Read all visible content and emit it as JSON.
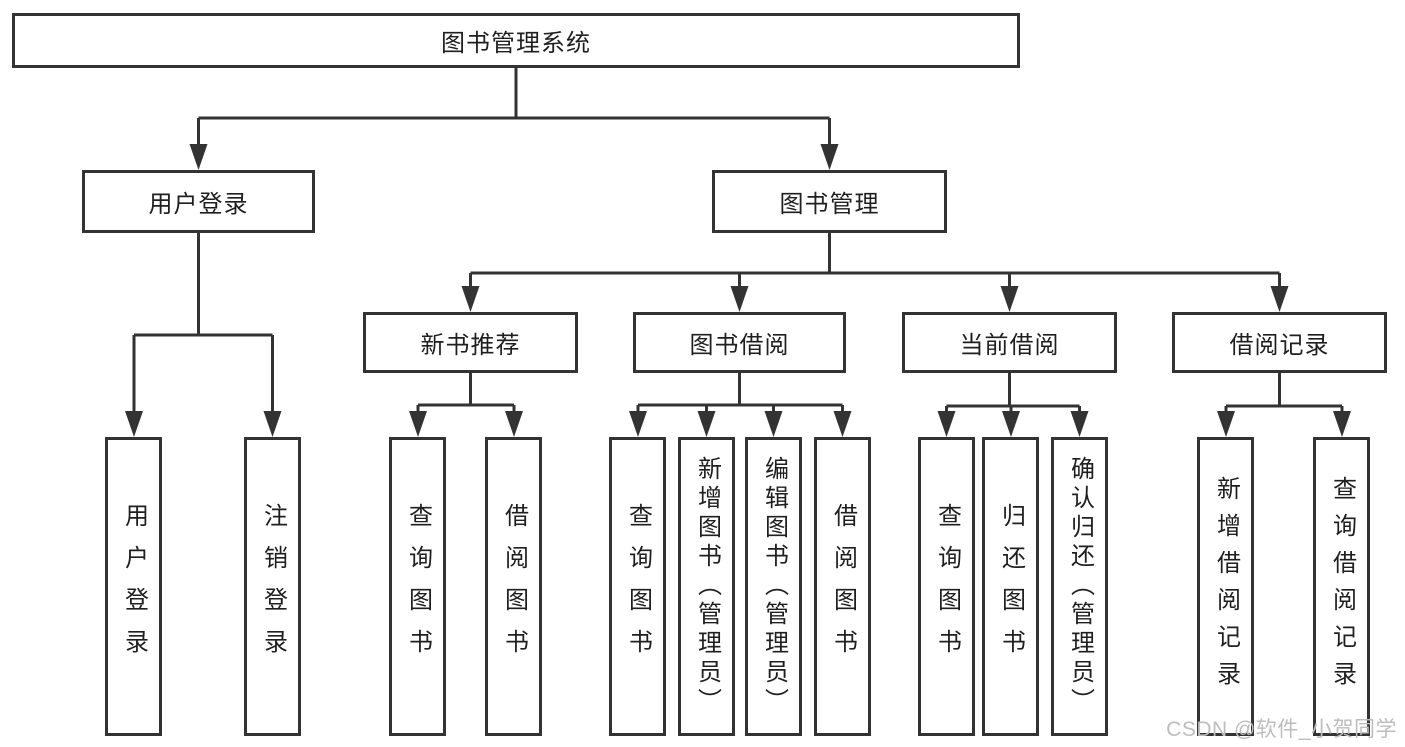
{
  "diagram_title": "图书管理系统",
  "colors": {
    "line": "#333333",
    "box_border": "#333333",
    "box_background": "#ffffff",
    "text": "#1f1f1f",
    "watermark": "#bdbdbd"
  },
  "tree": {
    "label": "图书管理系统",
    "children": [
      {
        "label": "用户登录",
        "children": [
          {
            "label": "用户登录"
          },
          {
            "label": "注销登录"
          }
        ]
      },
      {
        "label": "图书管理",
        "children": [
          {
            "label": "新书推荐",
            "children": [
              {
                "label": "查询图书"
              },
              {
                "label": "借阅图书"
              }
            ]
          },
          {
            "label": "图书借阅",
            "children": [
              {
                "label": "查询图书"
              },
              {
                "label": "新增图书（管理员）"
              },
              {
                "label": "编辑图书（管理员）"
              },
              {
                "label": "借阅图书"
              }
            ]
          },
          {
            "label": "当前借阅",
            "children": [
              {
                "label": "查询图书"
              },
              {
                "label": "归还图书"
              },
              {
                "label": "确认归还（管理员）"
              }
            ]
          },
          {
            "label": "借阅记录",
            "children": [
              {
                "label": "新增借阅记录"
              },
              {
                "label": "查询借阅记录"
              }
            ]
          }
        ]
      }
    ]
  },
  "watermark": {
    "text": "CSDN @软件_小贺同学"
  }
}
